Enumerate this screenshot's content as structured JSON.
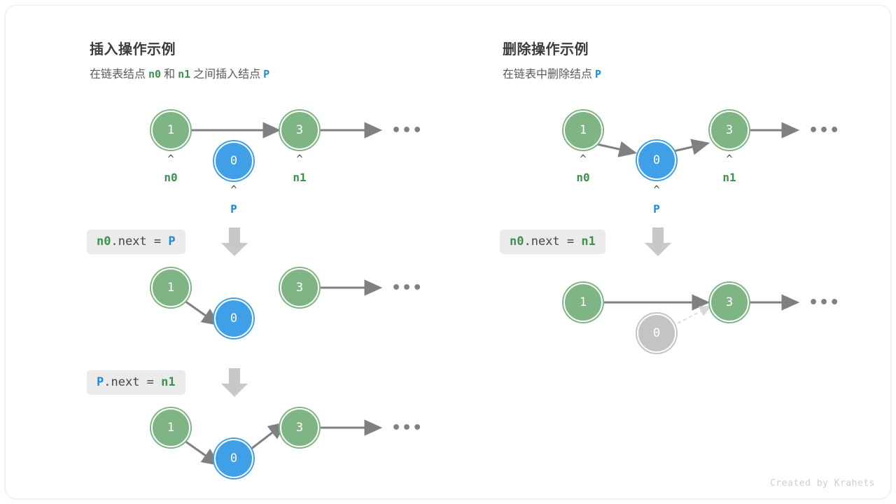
{
  "watermark": "Created by Krahets",
  "colors": {
    "green": "#7fb584",
    "green_text": "#3f8f4f",
    "blue": "#3fa0e8",
    "blue_text": "#1d8ad6",
    "gray_node": "#c4c4c4",
    "arrow": "#808080",
    "chip_bg": "#ebebeb",
    "card_bg": "#ffffff"
  },
  "panels": {
    "insert": {
      "title": "插入操作示例",
      "subtitle": {
        "part1": "在链表结点",
        "tok_n0": "n0",
        "part2": "和",
        "tok_n1": "n1",
        "part3": "之间插入结点",
        "tok_p": "P"
      },
      "steps": [
        {
          "code": {
            "target": "n0",
            "middle": ".next = ",
            "value": "P"
          },
          "nodes": [
            {
              "value": "1",
              "kind": "green"
            },
            {
              "value": "0",
              "kind": "blue"
            },
            {
              "value": "3",
              "kind": "green"
            }
          ],
          "pointers": [
            {
              "label": "n0",
              "kind": "green"
            },
            {
              "label": "P",
              "kind": "blue"
            },
            {
              "label": "n1",
              "kind": "green"
            }
          ],
          "ellipsis": "•••"
        },
        {
          "code": {
            "target": "P",
            "middle": ".next = ",
            "value": "n1"
          },
          "nodes": [
            {
              "value": "1",
              "kind": "green"
            },
            {
              "value": "0",
              "kind": "blue"
            },
            {
              "value": "3",
              "kind": "green"
            }
          ],
          "ellipsis": "•••"
        },
        {
          "nodes": [
            {
              "value": "1",
              "kind": "green"
            },
            {
              "value": "0",
              "kind": "blue"
            },
            {
              "value": "3",
              "kind": "green"
            }
          ],
          "ellipsis": "•••"
        }
      ]
    },
    "delete": {
      "title": "删除操作示例",
      "subtitle": {
        "part1": "在链表中删除结点",
        "tok_p": "P"
      },
      "steps": [
        {
          "code": {
            "target": "n0",
            "middle": ".next = ",
            "value": "n1"
          },
          "nodes": [
            {
              "value": "1",
              "kind": "green"
            },
            {
              "value": "0",
              "kind": "blue"
            },
            {
              "value": "3",
              "kind": "green"
            }
          ],
          "pointers": [
            {
              "label": "n0",
              "kind": "green"
            },
            {
              "label": "P",
              "kind": "blue"
            },
            {
              "label": "n1",
              "kind": "green"
            }
          ],
          "ellipsis": "•••"
        },
        {
          "nodes": [
            {
              "value": "1",
              "kind": "green"
            },
            {
              "value": "0",
              "kind": "gray"
            },
            {
              "value": "3",
              "kind": "green"
            }
          ],
          "ellipsis": "•••"
        }
      ]
    }
  }
}
